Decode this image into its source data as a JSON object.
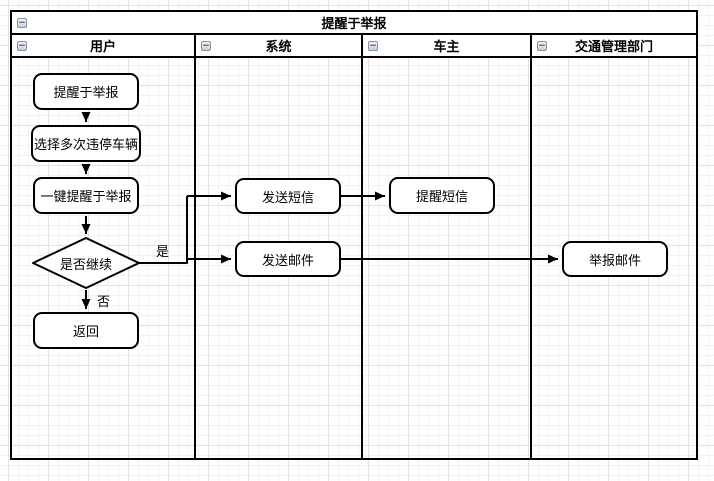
{
  "pool": {
    "title": "提醒于举报",
    "lanes": [
      {
        "label": "用户"
      },
      {
        "label": "系统"
      },
      {
        "label": "车主"
      },
      {
        "label": "交通管理部门"
      }
    ]
  },
  "nodes": {
    "start": "提醒于举报",
    "select_vehicle": "选择多次违停车辆",
    "one_click_remind": "一键提醒于举报",
    "decision": "是否继续",
    "return": "返回",
    "send_sms": "发送短信",
    "send_email": "发送邮件",
    "remind_sms": "提醒短信",
    "report_email": "举报邮件"
  },
  "edge_labels": {
    "yes": "是",
    "no": "否"
  },
  "icons": {
    "collapse_glyph": "−",
    "collapse_name": "collapse-minus-icon"
  },
  "colors": {
    "shape_stroke": "#000000",
    "shape_fill": "#ffffff",
    "grid_minor": "#f3f3f3",
    "grid_major": "#e2e2e2",
    "canvas_bg": "#ffffff"
  }
}
